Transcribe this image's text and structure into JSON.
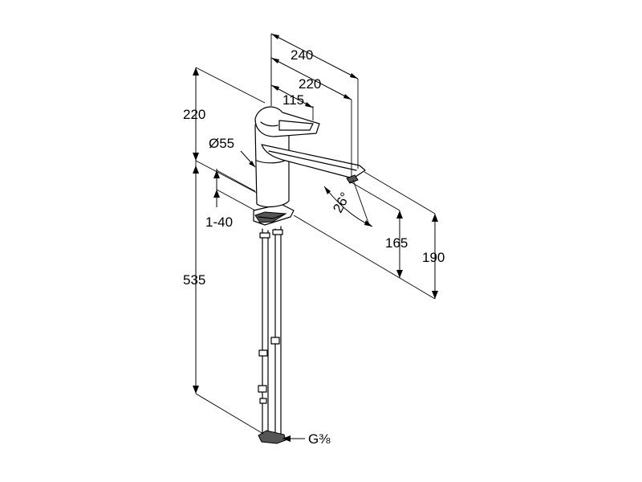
{
  "dimensions": {
    "total_depth": "240",
    "spout_reach": "220",
    "lever_length": "115",
    "head_height": "220",
    "base_diameter": "Ø55",
    "mounting_thickness": "1-40",
    "below_counter_length": "535",
    "spout_angle": "26°",
    "outlet_height": "165",
    "spout_height": "190",
    "connection_thread": "G⅜"
  }
}
